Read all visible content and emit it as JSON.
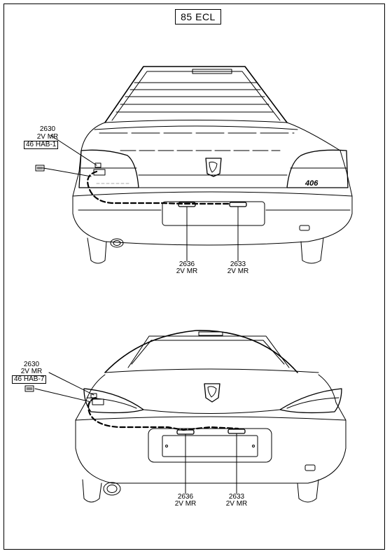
{
  "sheet_code": "85 ECL",
  "top_view": {
    "light_ref": "2630",
    "light_spec": "2V MR",
    "harness": "46 HAB-1",
    "left_plate_lamp_ref": "2636",
    "left_plate_lamp_spec": "2V MR",
    "right_plate_lamp_ref": "2633",
    "right_plate_lamp_spec": "2V MR",
    "badge_text": "406"
  },
  "bottom_view": {
    "light_ref": "2630",
    "light_spec": "2V MR",
    "harness": "46 HAB-7",
    "left_plate_lamp_ref": "2636",
    "left_plate_lamp_spec": "2V MR",
    "right_plate_lamp_ref": "2633",
    "right_plate_lamp_spec": "2V MR"
  }
}
